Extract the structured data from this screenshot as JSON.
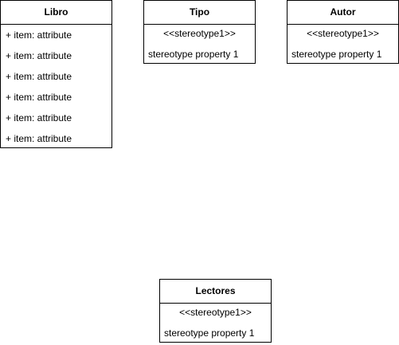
{
  "classes": {
    "libro": {
      "name": "Libro",
      "attributes": [
        "+ item: attribute",
        "+ item: attribute",
        "+ item: attribute",
        "+ item: attribute",
        "+ item: attribute",
        "+ item: attribute"
      ]
    },
    "tipo": {
      "name": "Tipo",
      "stereotype": "<<stereotype1>>",
      "property": "stereotype property 1"
    },
    "autor": {
      "name": "Autor",
      "stereotype": "<<stereotype1>>",
      "property": "stereotype property 1"
    },
    "lectores": {
      "name": "Lectores",
      "stereotype": "<<stereotype1>>",
      "property": "stereotype property 1"
    }
  }
}
